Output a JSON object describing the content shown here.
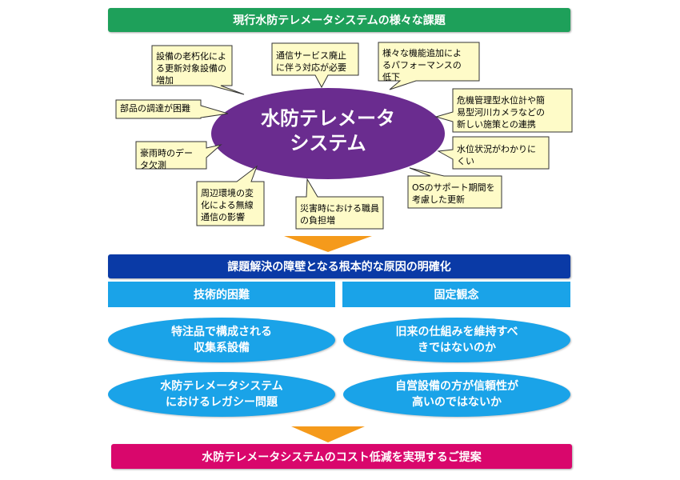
{
  "top_banner": "現行水防テレメータシステムの様々な課題",
  "center_label": "水防テレメータ\nシステム",
  "issues": [
    "設備の老朽化によ\nる更新対象設備の\n増加",
    "通信サービス廃止\nに伴う対応が必要",
    "様々な機能追加によ\nるパフォーマンスの\n低下",
    "部品の調達が困難",
    "危機管理型水位計や簡\n易型河川カメラなどの\n新しい施策との連携",
    "豪雨時のデー\nタ欠測",
    "水位状況がわかりに\nくい",
    "周辺環境の変\n化による無線\n通信の影響",
    "災害時における職員\nの負担増",
    "OSのサポート期間を\n考慮した更新"
  ],
  "mid_banner": "課題解決の障壁となる根本的な原因の明確化",
  "columns": [
    "技術的困難",
    "固定観念"
  ],
  "causes": [
    "特注品で構成される\n収集系設備",
    "旧来の仕組みを維持すべ\nきではないのか",
    "水防テレメータシステム\nにおけるレガシー問題",
    "自営設備の方が信頼性が\n高いのではないか"
  ],
  "bottom_banner": "水防テレメータシステムのコスト低減を実現するご提案",
  "colors": {
    "green": "#1ea05a",
    "navy": "#0a3aa6",
    "cyan": "#1aa3e8",
    "magenta": "#d9076c",
    "purple": "#6a2c8f",
    "bubble_fill": "#fefbc8",
    "arrow": "#f59a1b"
  }
}
